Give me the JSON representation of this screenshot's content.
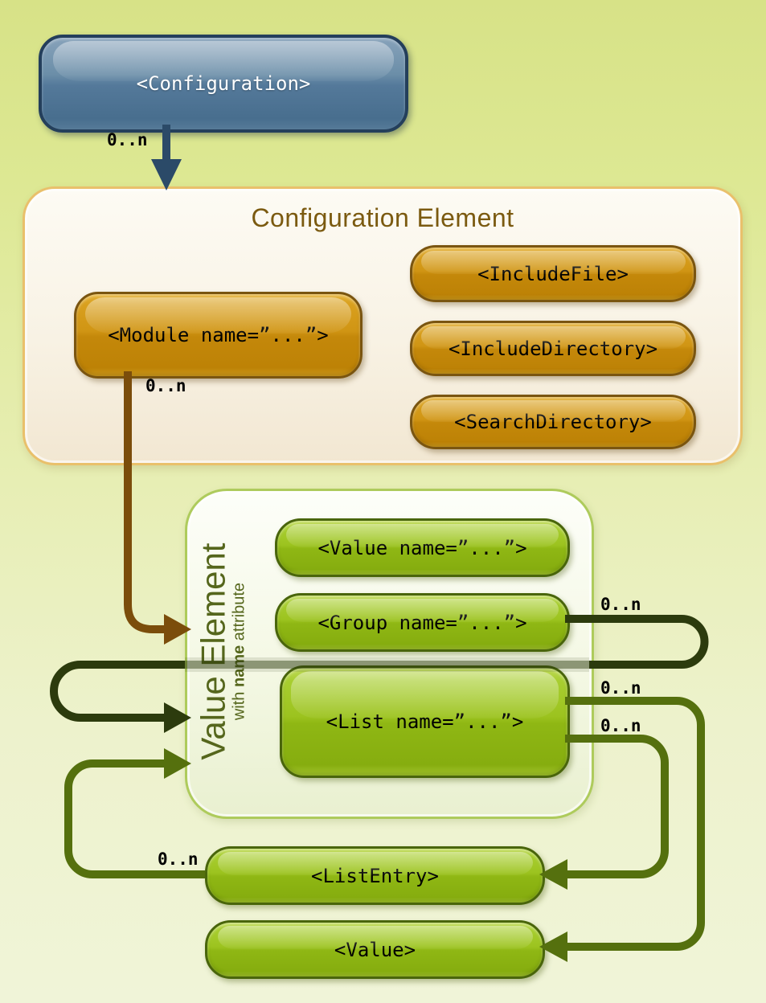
{
  "theme": {
    "bg_top": "#d7e287",
    "bg_bottom": "#f0f4d8",
    "navy_arrow": "#2b4a68",
    "brown_arrow": "#7b4d0b",
    "dark_olive_arrow": "#2c3b0d",
    "olive_arrow": "#55700e",
    "blue_box_border": "#243f5b",
    "orange_box_border": "#7a5510",
    "green_box_border": "#49650b",
    "config_container_border": "#e9c06b",
    "value_container_border": "#aecb5c",
    "title_color": "#7b5a10",
    "value_label_color": "#55661c"
  },
  "nodes": {
    "configuration": {
      "label": "<Configuration>"
    },
    "module": {
      "label": "<Module name=”...”>"
    },
    "include_file": {
      "label": "<IncludeFile>"
    },
    "include_directory": {
      "label": "<IncludeDirectory>"
    },
    "search_directory": {
      "label": "<SearchDirectory>"
    },
    "value_name": {
      "label": "<Value name=”...”>"
    },
    "group_name": {
      "label": "<Group name=”...”>"
    },
    "list_name": {
      "label": "<List name=”...”>"
    },
    "list_entry": {
      "label": "<ListEntry>"
    },
    "value": {
      "label": "<Value>"
    }
  },
  "containers": {
    "configuration_element": {
      "title": "Configuration Element"
    },
    "value_element": {
      "title": "Value Element",
      "subtitle_prefix": "with ",
      "subtitle_bold": "name",
      "subtitle_suffix": " attribute"
    }
  },
  "edge_labels": {
    "config_to_element": "0..n",
    "module_to_value_element": "0..n",
    "group_loop": "0..n",
    "list_to_value": "0..n",
    "list_to_listentry": "0..n",
    "listentry_to_value_element": "0..n"
  }
}
